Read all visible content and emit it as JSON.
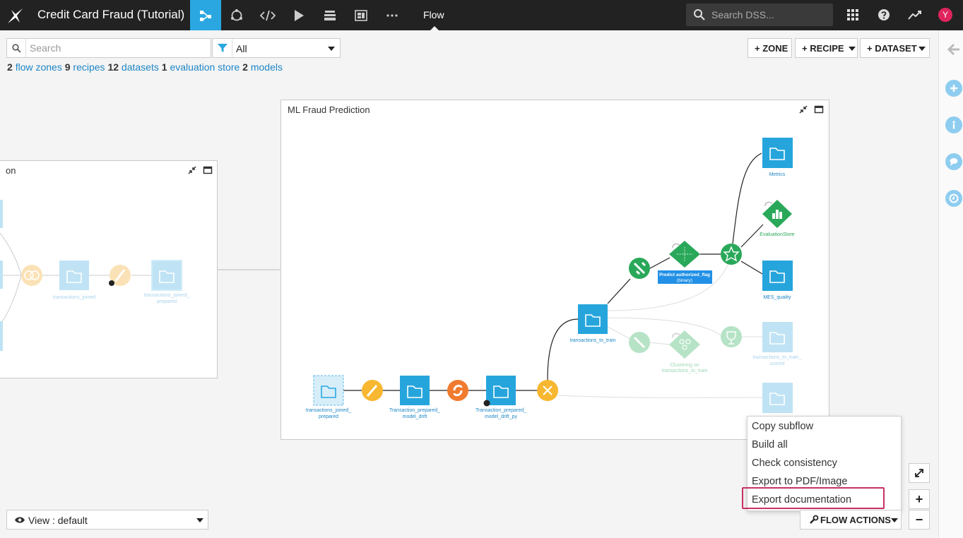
{
  "app": {
    "project_title": "Credit Card Fraud (Tutorial)",
    "nav_current": "Flow",
    "search_placeholder": "Search DSS...",
    "avatar_initial": "Y",
    "accent_color": "#2aa7e0"
  },
  "toolbar": {
    "search_placeholder": "Search",
    "filter_value": "All",
    "zone_button": "+ ZONE",
    "recipe_button": "+ RECIPE",
    "dataset_button": "+ DATASET"
  },
  "counts": {
    "flow_zones_count": "2",
    "flow_zones_label": "flow zones",
    "recipes_count": "9",
    "recipes_label": "recipes",
    "datasets_count": "12",
    "datasets_label": "datasets",
    "evaluation_count": "1",
    "evaluation_label": "evaluation store",
    "models_count": "2",
    "models_label": "models"
  },
  "zones": {
    "left_title": "on",
    "main_title": "ML Fraud Prediction"
  },
  "left_zone_nodes": {
    "joined": "transactions_joined",
    "prepared_1": "transactions_joined_",
    "prepared_2": "prepared"
  },
  "main_zone_nodes": {
    "src_1": "transactions_joined_",
    "src_2": "prepared",
    "drift_1": "Transaction_prepared_",
    "drift_2": "model_drift",
    "drift_py_1": "Transaction_prepared_",
    "drift_py_2": "model_drift_py",
    "train": "transactions_to_train",
    "predict_1": "Predict authorized_flag",
    "predict_2": "(binary)",
    "metrics": "Metrics",
    "eval_store": "EvaluationStore",
    "mes": "MES_quality",
    "clustering_1": "Clustering on",
    "clustering_2": "transactions_to_train",
    "scored_1": "transactions_to_train_",
    "scored_2": "scored"
  },
  "menu": {
    "items": [
      "Copy subflow",
      "Build all",
      "Check consistency",
      "Export to PDF/Image",
      "Export documentation"
    ],
    "highlight_color": "#c93165"
  },
  "bottom": {
    "view_label": "View : default",
    "flow_actions": "FLOW ACTIONS",
    "zoom_in": "+",
    "zoom_out": "−"
  }
}
